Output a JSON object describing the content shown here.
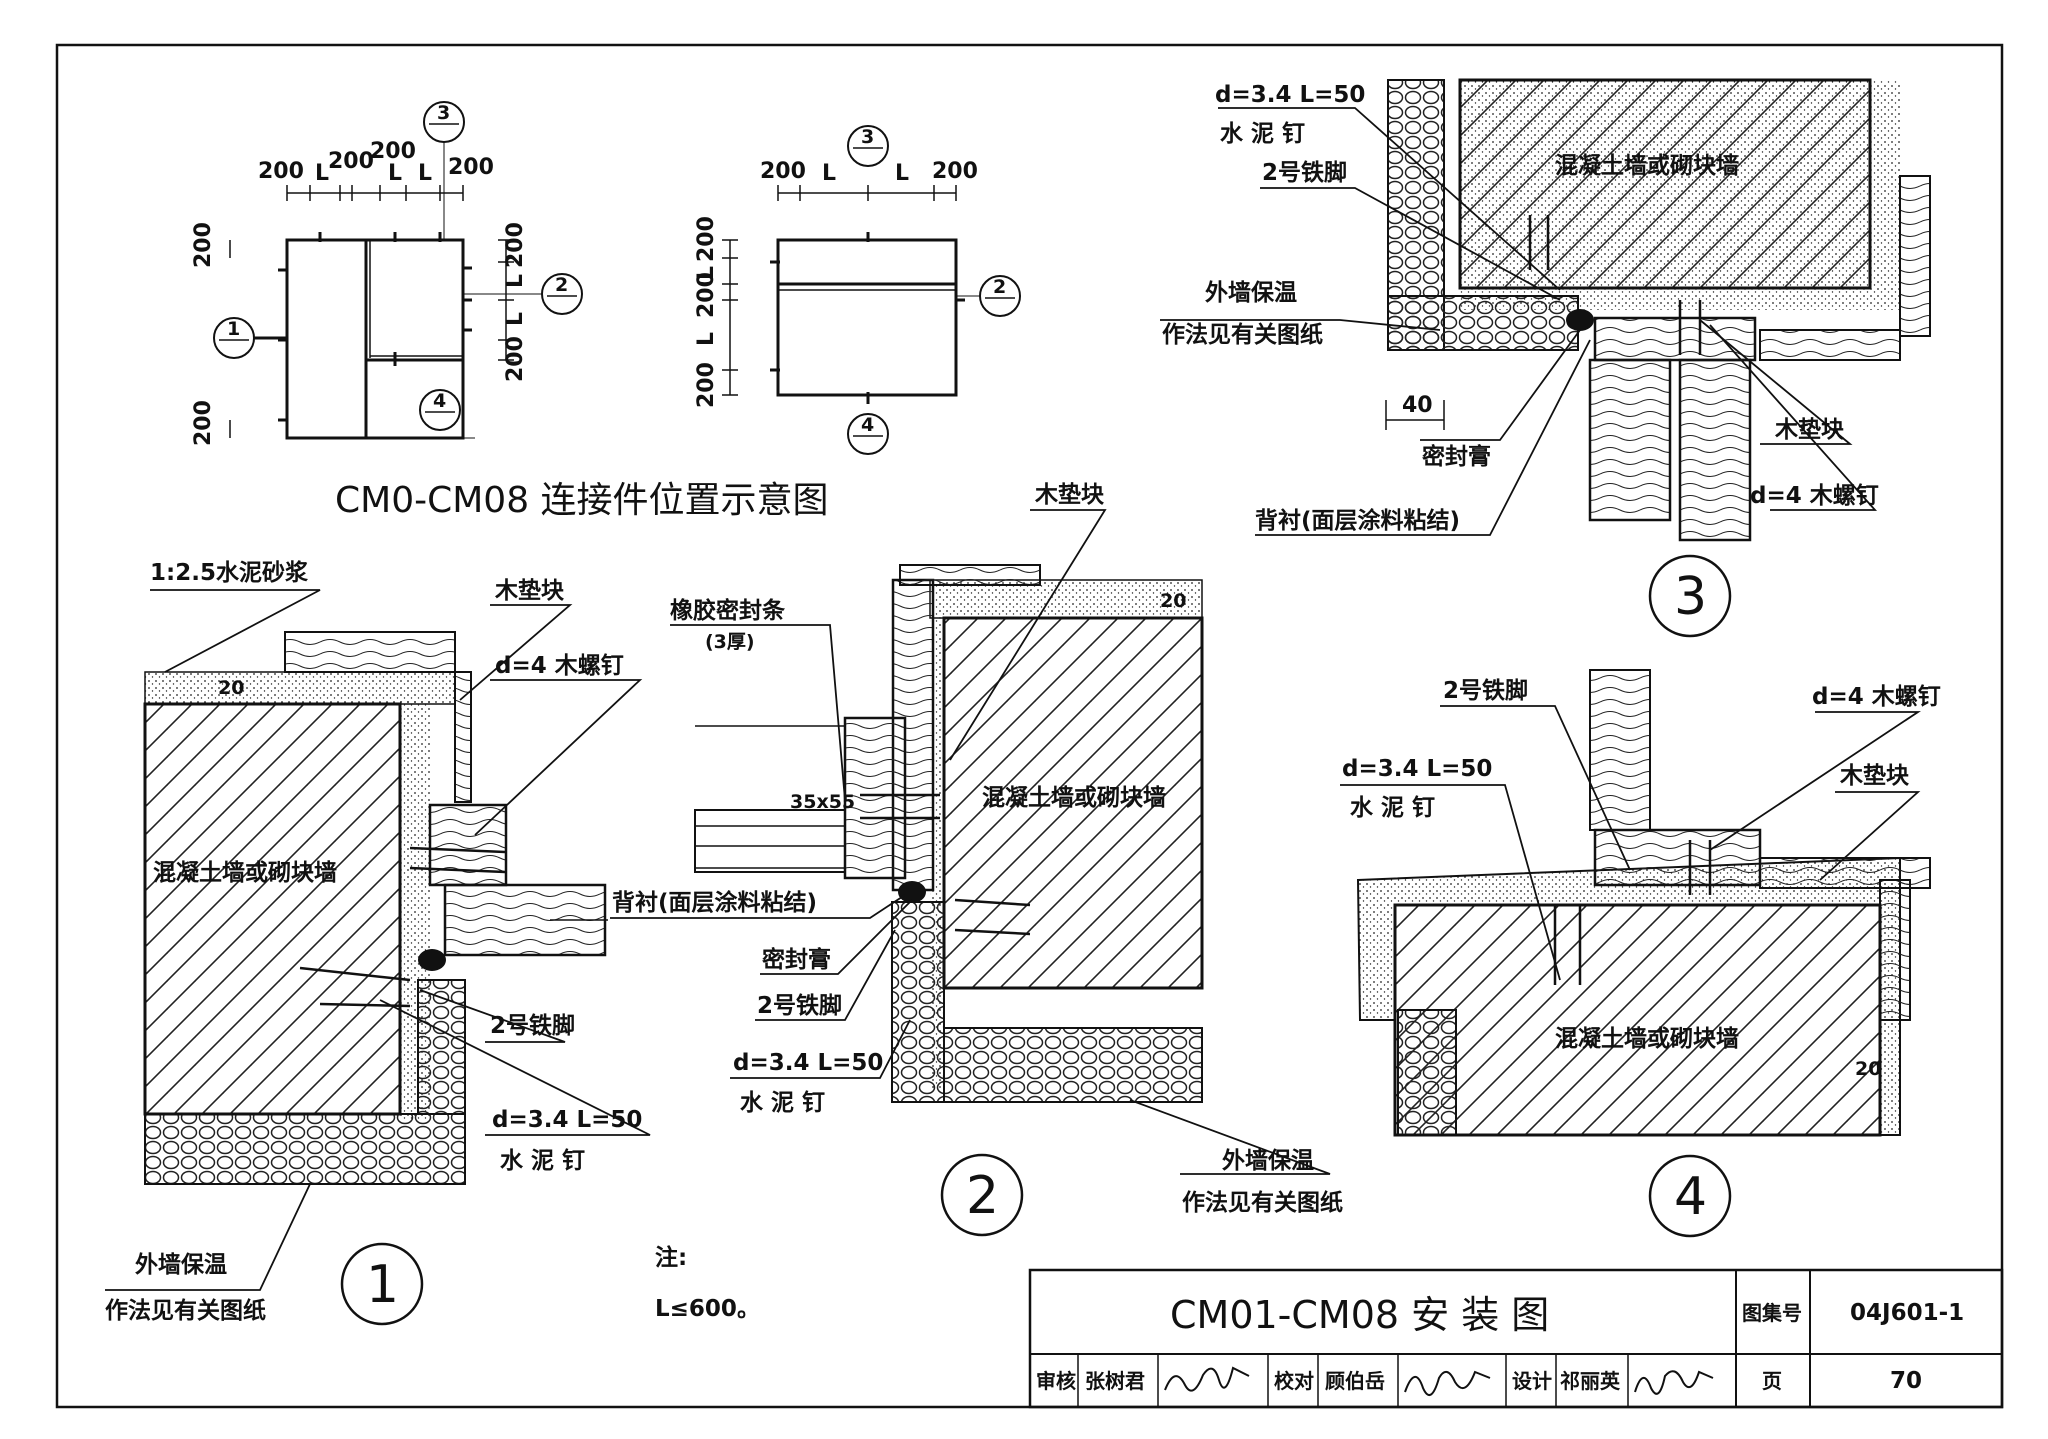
{
  "location_diagram": {
    "title": "CM0-CM08  连接件位置示意图",
    "left_top_dims": [
      "200",
      "L",
      "200",
      "200",
      "L",
      "L",
      "200"
    ],
    "left_right_dims": [
      "200",
      "L",
      "L",
      "200"
    ],
    "left_left_dims": [
      "200",
      "200"
    ],
    "right_top_dims": [
      "200",
      "L",
      "L",
      "200"
    ],
    "right_left_dims": [
      "200",
      "L",
      "200",
      "L",
      "200"
    ],
    "markers": [
      "1",
      "2",
      "3",
      "4"
    ]
  },
  "detail1": {
    "number": "1",
    "labels": {
      "mortar": "1:2.5水泥砂浆",
      "thk": "20",
      "wood_block": "木垫块",
      "screw": "d=4 木螺钉",
      "wall": "混凝土墙或砌块墙",
      "foot": "2号铁脚",
      "nail1": "d=3.4  L=50",
      "nail2": "水 泥 钉",
      "insul1": "外墙保温",
      "insul2": "作法见有关图纸"
    }
  },
  "detail2": {
    "number": "2",
    "labels": {
      "wood_block": "木垫块",
      "rubber": "橡胶密封条",
      "rubber_thk": "(3厚)",
      "thk": "20",
      "wall": "混凝土墙或砌块墙",
      "section": "35x55",
      "backing": "背衬(面层涂料粘结)",
      "sealant": "密封膏",
      "foot": "2号铁脚",
      "nail1": "d=3.4  L=50",
      "nail2": "水 泥 钉",
      "insul1": "外墙保温",
      "insul2": "作法见有关图纸"
    }
  },
  "detail3": {
    "number": "3",
    "labels": {
      "nail1": "d=3.4  L=50",
      "nail2": "水 泥 钉",
      "foot": "2号铁脚",
      "wall": "混凝土墙或砌块墙",
      "insul1": "外墙保温",
      "insul2": "作法见有关图纸",
      "dim40": "40",
      "sealant": "密封膏",
      "wood_block": "木垫块",
      "screw": "d=4 木螺钉",
      "backing": "背衬(面层涂料粘结)"
    }
  },
  "detail4": {
    "number": "4",
    "labels": {
      "foot": "2号铁脚",
      "screw": "d=4 木螺钉",
      "nail1": "d=3.4  L=50",
      "nail2": "水 泥 钉",
      "wood_block": "木垫块",
      "wall": "混凝土墙或砌块墙",
      "thk": "20"
    }
  },
  "note": {
    "label": "注:",
    "text": "L≤600。"
  },
  "title_block": {
    "title": "CM01-CM08  安 装 图",
    "atlas_label": "图集号",
    "atlas_no": "04J601-1",
    "review_label": "审核",
    "reviewer": "张树君",
    "check_label": "校对",
    "checker": "顾伯岳",
    "design_label": "设计",
    "designer": "祁丽英",
    "page_label": "页",
    "page_no": "70"
  }
}
